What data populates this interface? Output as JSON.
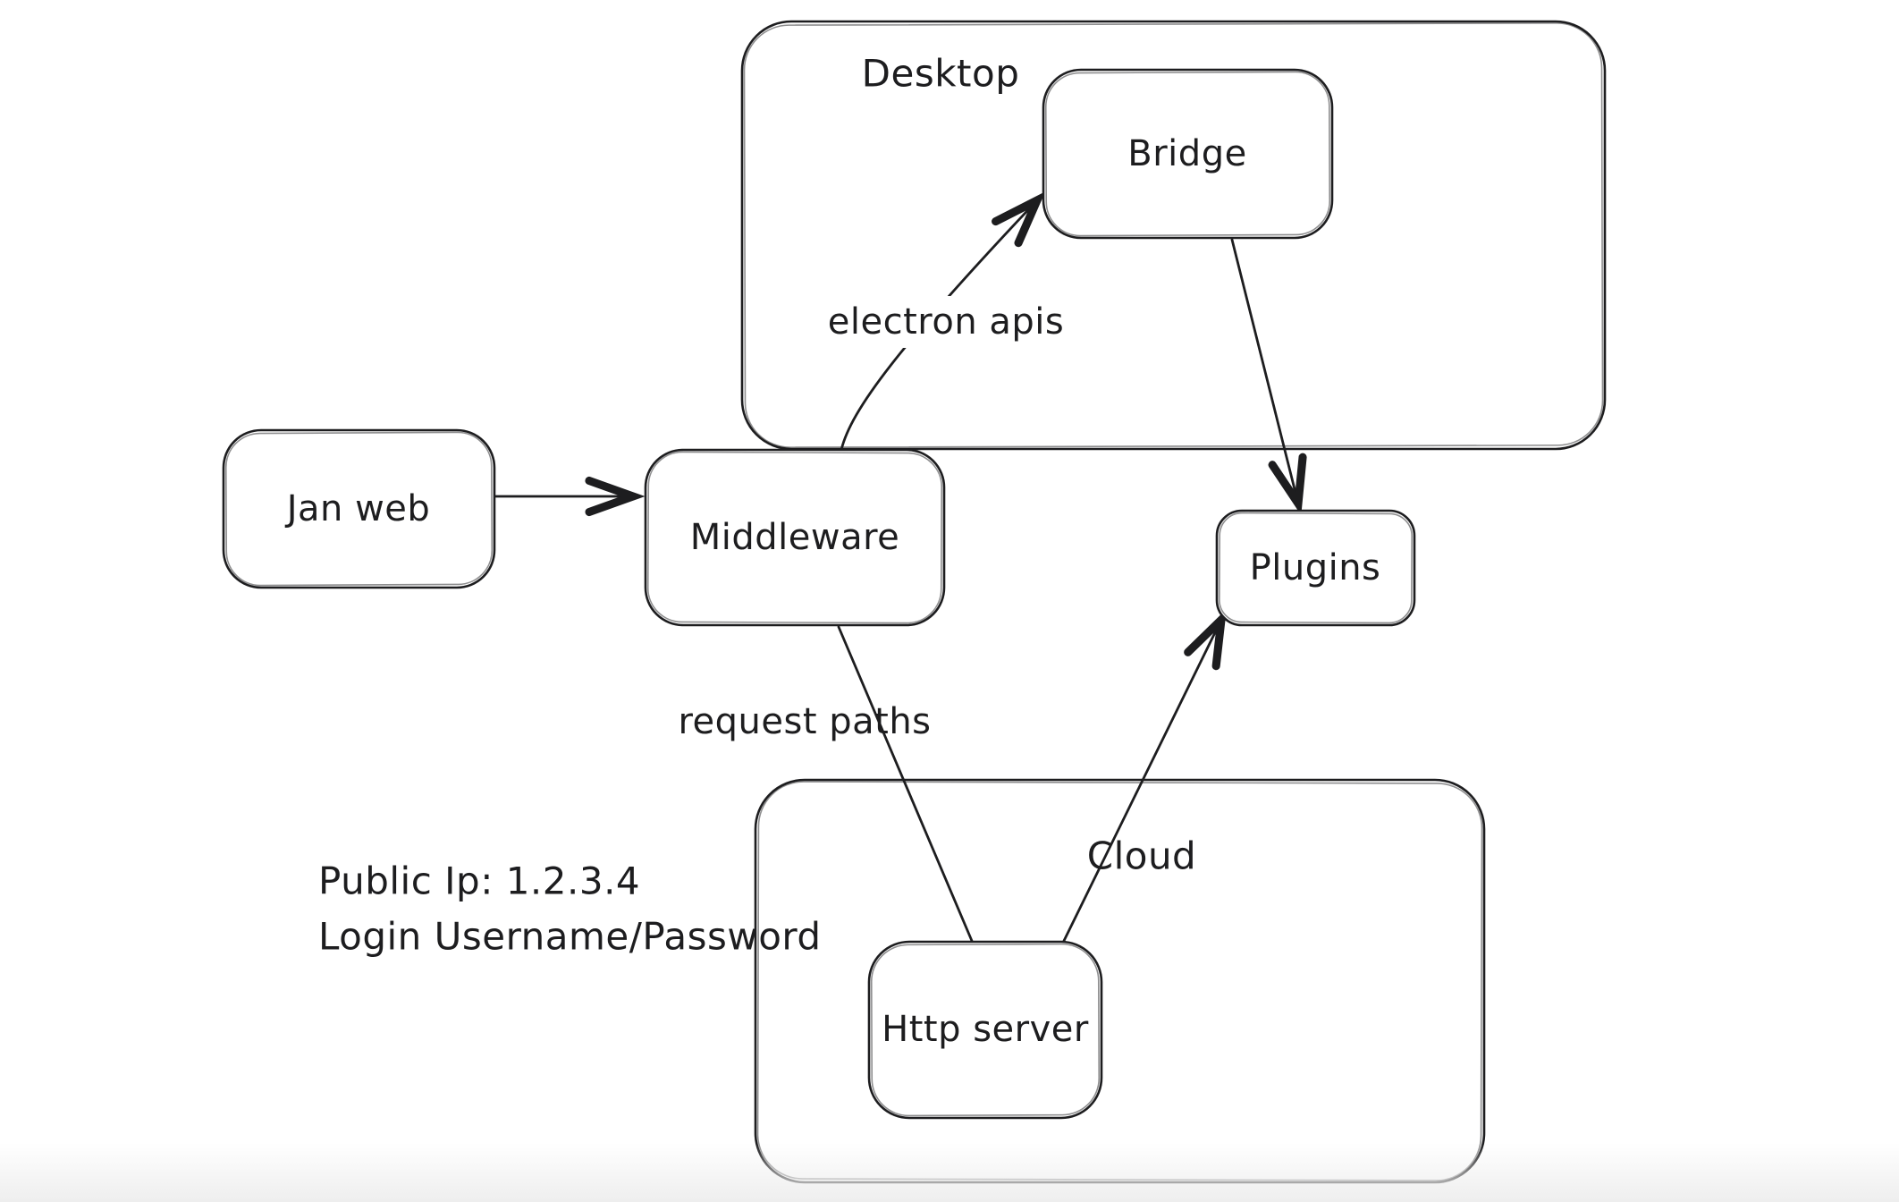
{
  "canvas": {
    "background": "#ffffff",
    "stroke_color": "#1d1d1f"
  },
  "containers": {
    "desktop": {
      "label": "Desktop"
    },
    "cloud": {
      "label": "Cloud"
    }
  },
  "nodes": {
    "jan_web": {
      "label": "Jan web"
    },
    "middleware": {
      "label": "Middleware"
    },
    "bridge": {
      "label": "Bridge"
    },
    "plugins": {
      "label": "Plugins"
    },
    "http_server": {
      "label": "Http server"
    }
  },
  "edge_labels": {
    "electron_apis": {
      "text": "electron apis"
    },
    "request_paths": {
      "text": "request paths"
    }
  },
  "edges": [
    {
      "from": "Jan web",
      "to": "Middleware",
      "label": "",
      "arrowhead": true
    },
    {
      "from": "Middleware",
      "to": "Bridge",
      "label": "electron apis",
      "arrowhead": true
    },
    {
      "from": "Bridge",
      "to": "Plugins",
      "label": "",
      "arrowhead": true
    },
    {
      "from": "Middleware",
      "to": "Http server",
      "label": "request paths",
      "arrowhead": false
    },
    {
      "from": "Http server",
      "to": "Plugins",
      "label": "",
      "arrowhead": true
    }
  ],
  "annotation": {
    "line1": "Public Ip: 1.2.3.4",
    "line2": "Login Username/Password"
  }
}
